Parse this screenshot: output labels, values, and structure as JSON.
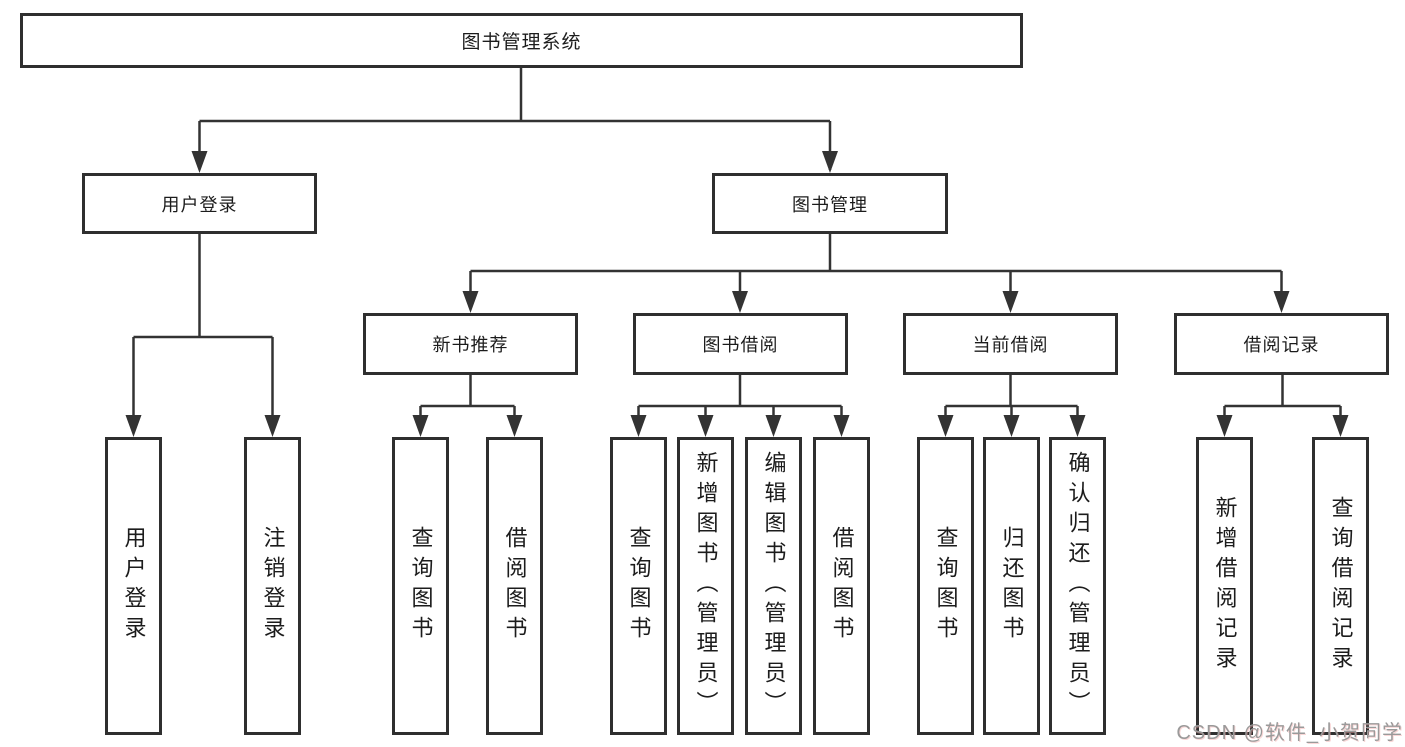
{
  "diagram": {
    "title_node": {
      "label": "图书管理系统"
    },
    "level2": [
      {
        "id": "user-login-module",
        "label": "用户登录"
      },
      {
        "id": "book-management-module",
        "label": "图书管理"
      }
    ],
    "level3": [
      {
        "id": "new-book-recommend",
        "label": "新书推荐"
      },
      {
        "id": "book-borrowing",
        "label": "图书借阅"
      },
      {
        "id": "current-borrowing",
        "label": "当前借阅"
      },
      {
        "id": "borrowing-records",
        "label": "借阅记录"
      }
    ],
    "leaves": [
      {
        "id": "user-login",
        "label": "用户登录"
      },
      {
        "id": "logout",
        "label": "注销登录"
      },
      {
        "id": "query-books-recommend",
        "label": "查询图书"
      },
      {
        "id": "borrow-books-recommend",
        "label": "借阅图书"
      },
      {
        "id": "query-books-borrow",
        "label": "查询图书"
      },
      {
        "id": "add-books-admin",
        "label": "新增图书（管理员）"
      },
      {
        "id": "edit-books-admin",
        "label": "编辑图书（管理员）"
      },
      {
        "id": "borrow-books",
        "label": "借阅图书"
      },
      {
        "id": "query-books-current",
        "label": "查询图书"
      },
      {
        "id": "return-books",
        "label": "归还图书"
      },
      {
        "id": "confirm-return-admin",
        "label": "确认归还（管理员）"
      },
      {
        "id": "add-borrow-record",
        "label": "新增借阅记录"
      },
      {
        "id": "query-borrow-record",
        "label": "查询借阅记录"
      }
    ],
    "watermark": {
      "text": "CSDN @软件_小贺同学",
      "color": "#9a9a9a"
    },
    "colors": {
      "line": "#333333",
      "border": "#2f2f2f",
      "text": "#1c1c1c",
      "background": "#ffffff"
    }
  }
}
